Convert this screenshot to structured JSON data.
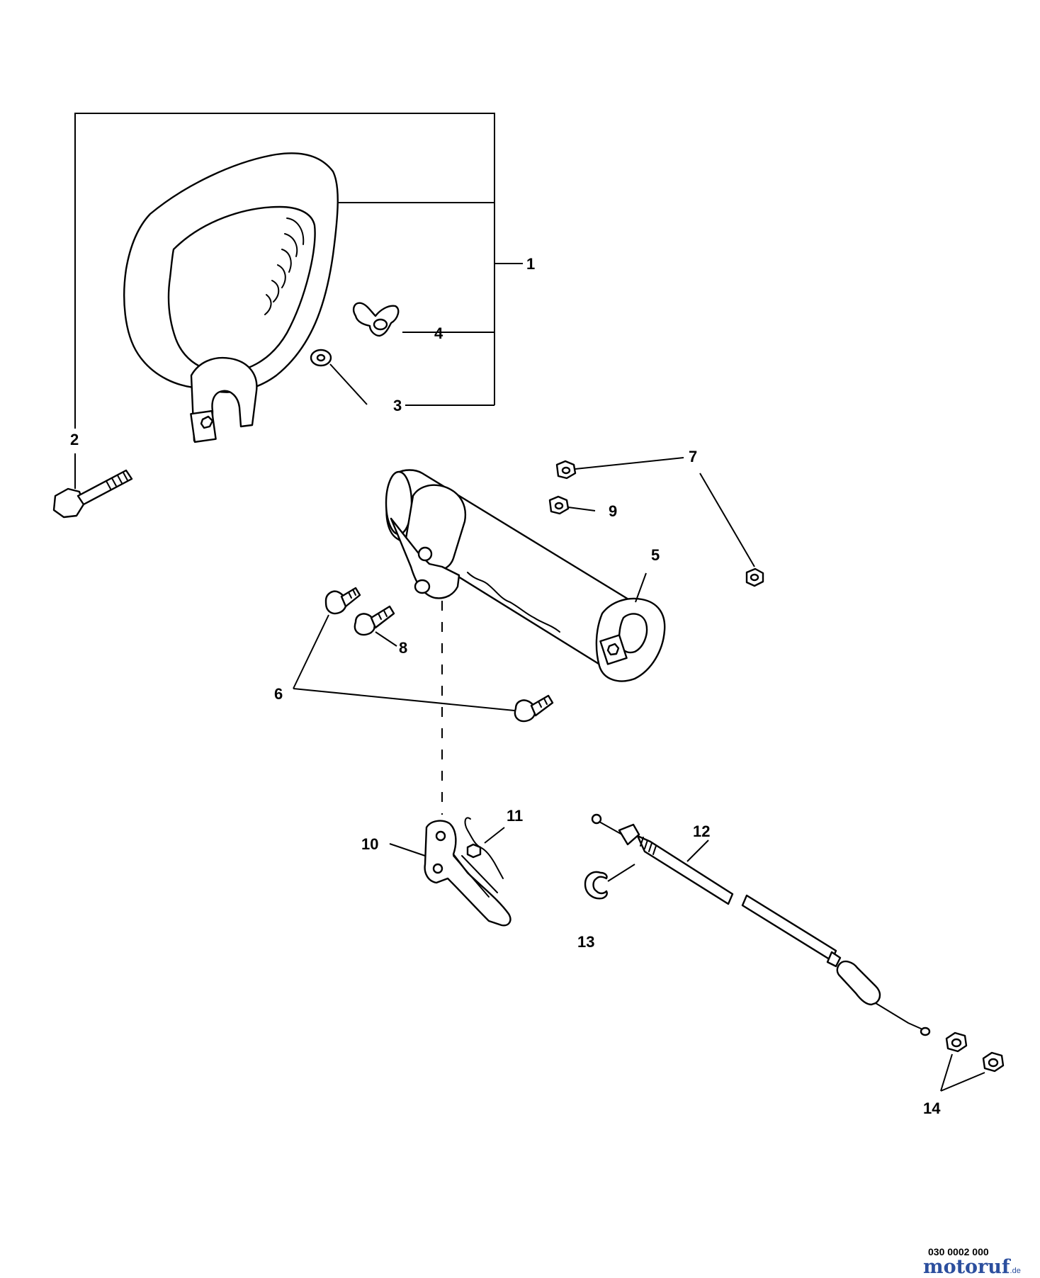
{
  "callouts": {
    "c1": "1",
    "c2": "2",
    "c3": "3",
    "c4": "4",
    "c5": "5",
    "c6": "6",
    "c7": "7",
    "c8": "8",
    "c9": "9",
    "c10": "10",
    "c11": "11",
    "c12": "12",
    "c13": "13",
    "c14": "14"
  },
  "diagram_code": "030 0002 000",
  "watermark": {
    "name": "motoruf",
    "tld": ".de",
    "color": "#2c4f9e"
  }
}
